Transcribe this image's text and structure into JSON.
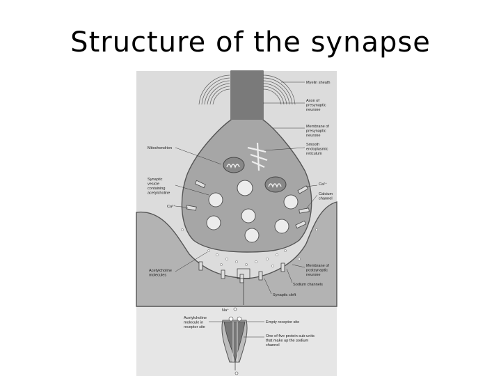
{
  "slide": {
    "title": "Structure of the synapse"
  },
  "labels": {
    "myelin_sheath": "Myelin sheath",
    "axon": [
      "Axon of",
      "presynaptic",
      "neurone"
    ],
    "membrane_pre": [
      "Membrane of",
      "presynaptic",
      "neurone"
    ],
    "ser": [
      "Smooth",
      "endoplasmic",
      "reticulum"
    ],
    "mitochondrion": "Mitochondrion",
    "vesicle": [
      "Synaptic",
      "vesicle",
      "containing",
      "acetylcholine"
    ],
    "ca_left": "Ca²⁺",
    "ca_right": "Ca²⁺",
    "calcium_channel": [
      "Calcium",
      "channel"
    ],
    "acetylcholine_molecules": [
      "Acetylcholine",
      "molecules"
    ],
    "membrane_post": [
      "Membrane of",
      "postsynaptic",
      "neurone"
    ],
    "sodium_channels": "Sodium channels",
    "synaptic_cleft": "Synaptic cleft",
    "na": "Na⁺",
    "ach_receptor": [
      "Acetylcholine",
      "molecule in",
      "receptor site"
    ],
    "empty_receptor": "Empty receptor site",
    "subunits": [
      "One of five protein sub-units",
      "that make up the sodium",
      "channel"
    ]
  },
  "colors": {
    "panel_bg": "#dcdcdc",
    "cytoplasm": "#a8a8a8",
    "outline": "#555555"
  }
}
